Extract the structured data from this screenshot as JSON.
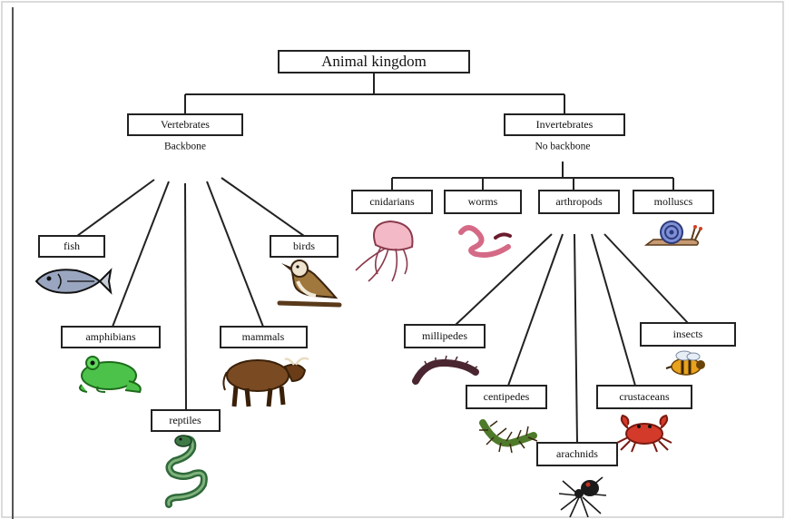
{
  "diagram": {
    "root": {
      "label": "Animal kingdom"
    },
    "vertebrates": {
      "label": "Vertebrates",
      "note": "Backbone"
    },
    "invertebrates": {
      "label": "Invertebrates",
      "note": "No backbone"
    },
    "vertebrate_groups": [
      {
        "label": "fish",
        "icon": "fish-icon"
      },
      {
        "label": "amphibians",
        "icon": "frog-icon"
      },
      {
        "label": "reptiles",
        "icon": "snake-icon"
      },
      {
        "label": "mammals",
        "icon": "bull-icon"
      },
      {
        "label": "birds",
        "icon": "bird-icon"
      }
    ],
    "invertebrate_groups": [
      {
        "label": "cnidarians",
        "icon": "jellyfish-icon"
      },
      {
        "label": "worms",
        "icon": "worm-icon"
      },
      {
        "label": "arthropods"
      },
      {
        "label": "molluscs",
        "icon": "snail-icon"
      }
    ],
    "arthropod_groups": [
      {
        "label": "millipedes",
        "icon": "millipede-icon"
      },
      {
        "label": "centipedes",
        "icon": "centipede-icon"
      },
      {
        "label": "arachnids",
        "icon": "spider-icon"
      },
      {
        "label": "crustaceans",
        "icon": "crab-icon"
      },
      {
        "label": "insects",
        "icon": "bee-icon"
      }
    ]
  },
  "colors": {
    "line": "#222222",
    "box_fill": "#ffffff"
  }
}
